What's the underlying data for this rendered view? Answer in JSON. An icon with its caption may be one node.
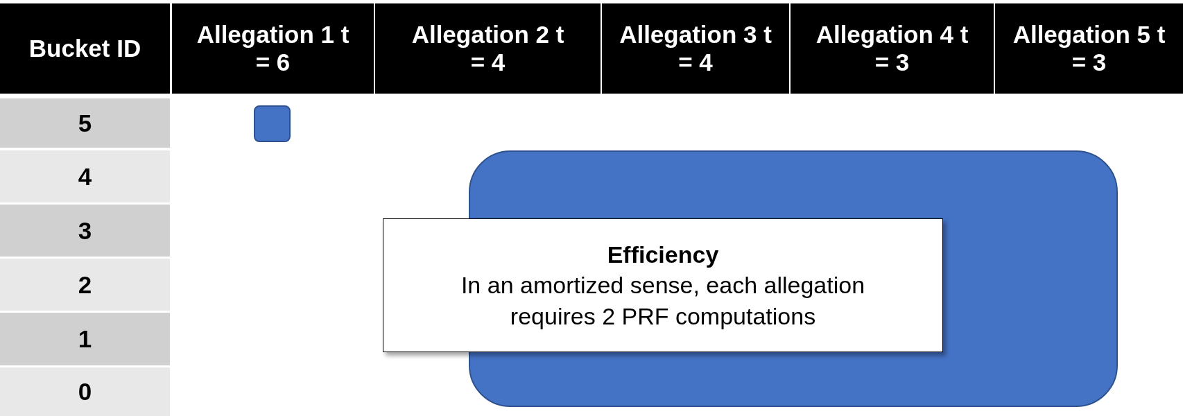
{
  "diagram": {
    "nodes": [
      {
        "text": [],
        "shape": "box"
      },
      {
        "text": [],
        "shape": "box"
      },
      {
        "text": [
          "Efficiency",
          "In an amortized sense, each allegation requires 2 PRF computations"
        ]
      }
    ],
    "labels": [
      "Bucket ID",
      "Allegation 1 t = 6",
      "Allegation 2 t = 4",
      "Allegation 3 t = 4",
      "Allegation 4 t = 3",
      "Allegation 5 t = 3",
      "5",
      "4",
      "3",
      "2",
      "1",
      "0"
    ]
  }
}
